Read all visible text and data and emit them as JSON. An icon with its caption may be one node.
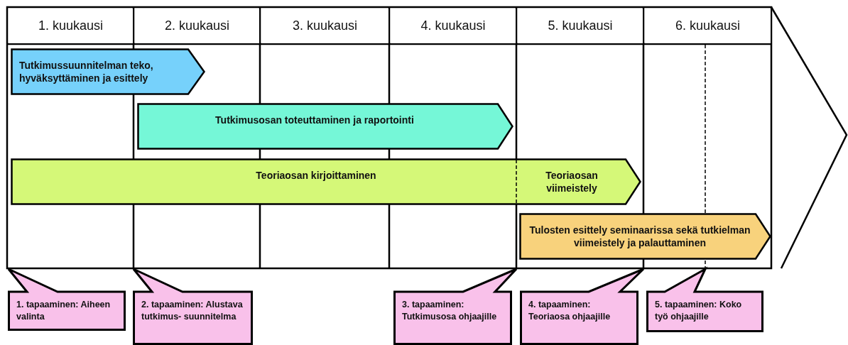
{
  "diagram": {
    "nodes": [
      {
        "text": [
          "1. kuukausi"
        ]
      },
      {
        "text": [
          "2. kuukausi"
        ]
      },
      {
        "text": [
          "3. kuukausi"
        ]
      },
      {
        "text": [
          "4. kuukausi"
        ]
      },
      {
        "text": [
          "5. kuukausi"
        ]
      },
      {
        "text": [
          "6. kuukausi"
        ]
      },
      {
        "text": [
          "Tutkimussuunnitelman teko, hyväksyttäminen ja esittely"
        ]
      },
      {
        "text": [
          "Tutkimusosan toteuttaminen ja raportointi"
        ]
      },
      {
        "text": [
          "Teoriaosan kirjoittaminen",
          "Teoriaosan viimeistely"
        ]
      },
      {
        "text": [
          "Tulosten esittely seminaarissa sekä tutkielman viimeistely ja palauttaminen"
        ]
      },
      {
        "text": [
          "1. tapaaminen: Aiheen valinta"
        ]
      },
      {
        "text": [
          "2. tapaaminen: Alustava tutkimus- suunnitelma"
        ]
      },
      {
        "text": [
          "3. tapaaminen: Tutkimusosa ohjaajille"
        ]
      },
      {
        "text": [
          "4. tapaaminen: Teoriaosa ohjaajille"
        ]
      },
      {
        "text": [
          "5. tapaaminen: Koko työ ohjaajille"
        ]
      }
    ]
  }
}
